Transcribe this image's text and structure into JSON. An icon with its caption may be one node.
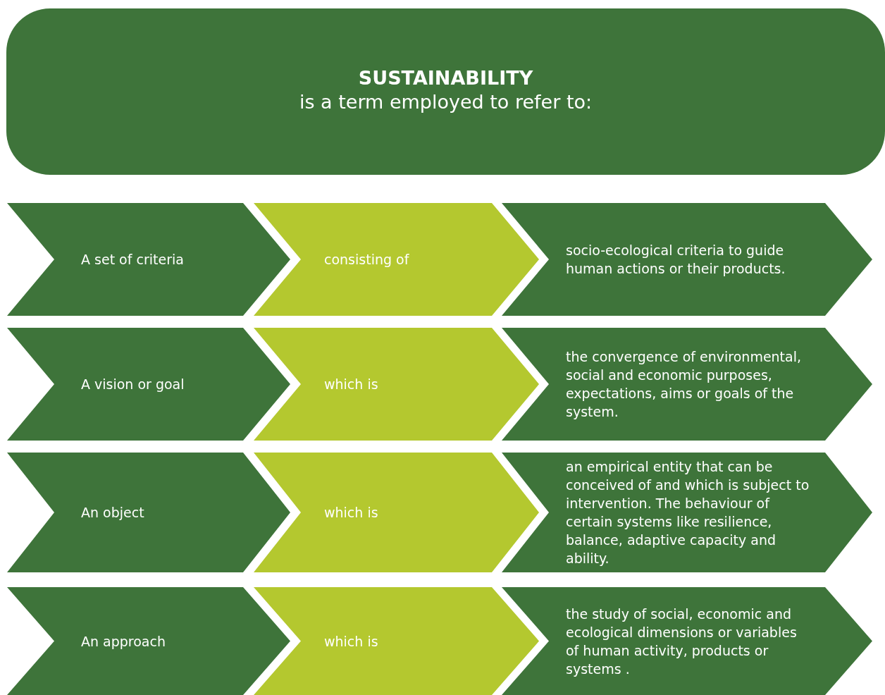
{
  "diagram": {
    "nodes": [
      {
        "text": [
          "SUSTAINABILITY",
          "is a term employed to refer to:"
        ]
      },
      {
        "text": [
          "A set of criteria"
        ]
      },
      {
        "text": [
          "consisting of"
        ]
      },
      {
        "text": [
          "socio-ecological criteria to guide human actions or their products."
        ]
      },
      {
        "text": [
          "A vision or goal"
        ]
      },
      {
        "text": [
          "which is"
        ]
      },
      {
        "text": [
          "the convergence of environmental, social and economic purposes, expectations, aims or goals of the system."
        ]
      },
      {
        "text": [
          "An object"
        ]
      },
      {
        "text": [
          "which is"
        ]
      },
      {
        "text": [
          "an empirical entity that can be conceived of and which is subject to intervention. The behaviour of certain systems like resilience, balance, adaptive capacity and ability."
        ]
      },
      {
        "text": [
          "An approach"
        ]
      },
      {
        "text": [
          "which is"
        ]
      },
      {
        "text": [
          "the study of social, economic and ecological dimensions or variables of human activity, products or systems ."
        ]
      }
    ],
    "edges": []
  }
}
